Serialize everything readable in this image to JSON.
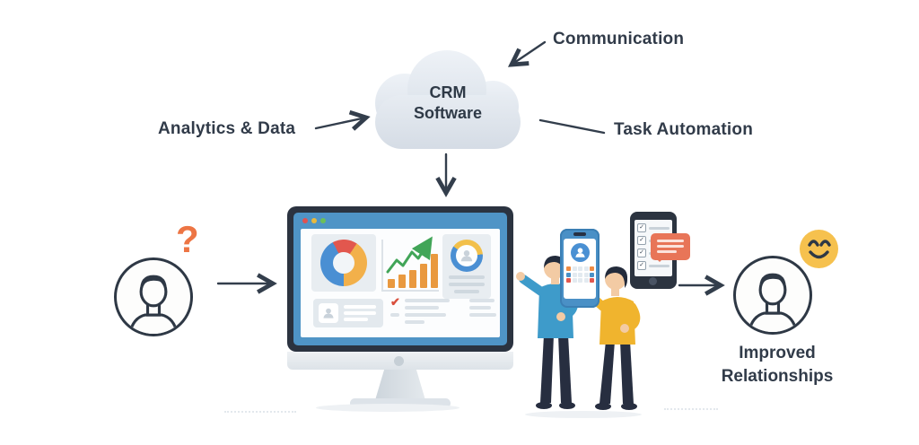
{
  "colors": {
    "text": "#313b49",
    "arrow": "#333e4c",
    "question_orange": "#ed7544",
    "smiley_yellow": "#f6c14e",
    "monitor_bezel_blue": "#4f94c6",
    "monitor_frame_navy": "#2b3340",
    "trend_green": "#41a558",
    "check_red": "#d94f3d",
    "chat_bubble_salmon": "#e87558",
    "sweater_blue": "#3e9bca",
    "sweater_yellow": "#f0b42e",
    "pants_navy": "#272e40"
  },
  "cloud": {
    "line1": "CRM",
    "line2": "Software"
  },
  "labels": {
    "communication": "Communication",
    "analytics": "Analytics & Data",
    "task_automation": "Task Automation",
    "improved_line1": "Improved",
    "improved_line2": "Relationships"
  },
  "left_user": {
    "icon": "user-avatar",
    "status_icon": "question-mark",
    "question_glyph": "?"
  },
  "right_user": {
    "icon": "user-avatar",
    "status_icon": "smiley-face"
  },
  "dashboard": {
    "window_dots": [
      "#e05252",
      "#e8b93e",
      "#6cbf5a"
    ],
    "donut": {
      "type": "donut",
      "from_deg": -28,
      "segments": [
        {
          "color": "#e2574e",
          "deg": 62
        },
        {
          "color": "#f2b04a",
          "deg": 146
        },
        {
          "color": "#4a8fd3",
          "deg": 152
        }
      ]
    },
    "bar_chart": {
      "type": "bar",
      "values": [
        10,
        15,
        20,
        27,
        38
      ],
      "bar_color": "#e9993f",
      "trend": "rising-arrow"
    },
    "ring": {
      "type": "donut",
      "from_deg": -55,
      "segments": [
        {
          "color": "#f2c04a",
          "deg": 140
        },
        {
          "color": "#4a8fd3",
          "deg": 220
        }
      ]
    }
  },
  "phone_app": {
    "grid": [
      [
        "#ee8b43",
        "#e3eaf0",
        "#e3eaf0",
        "#e3eaf0",
        "#ee8b43"
      ],
      [
        "#4a90c6",
        "#e3eaf0",
        "#e3eaf0",
        "#e3eaf0",
        "#4a90c6"
      ],
      [
        "#e2574e",
        "#e3eaf0",
        "#e3eaf0",
        "#e3eaf0",
        "#e2574e"
      ]
    ]
  },
  "checklist_phone": {
    "rows": 4,
    "check_glyph": "✓"
  }
}
